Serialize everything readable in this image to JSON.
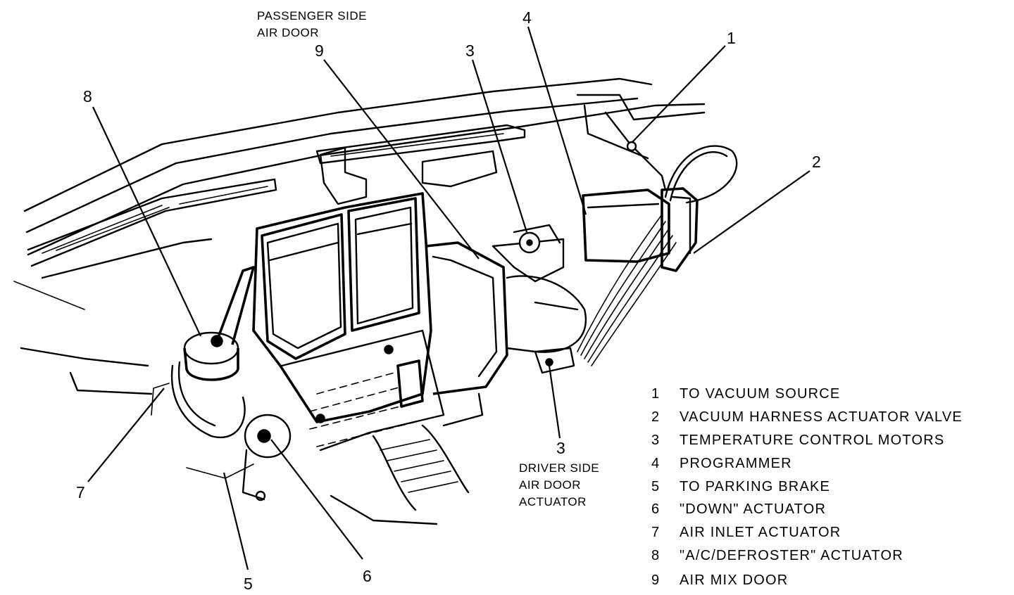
{
  "captions": {
    "passenger_line1": "PASSENGER SIDE",
    "passenger_line2": "AIR DOOR",
    "driver_line1": "DRIVER SIDE",
    "driver_line2": "AIR DOOR",
    "driver_line3": "ACTUATOR"
  },
  "callouts": {
    "c1": "1",
    "c2": "2",
    "c3_top": "3",
    "c3_bottom": "3",
    "c4": "4",
    "c5": "5",
    "c6": "6",
    "c7": "7",
    "c8": "8",
    "c9": "9"
  },
  "legend": [
    {
      "num": "1",
      "text": "TO VACUUM SOURCE"
    },
    {
      "num": "2",
      "text": "VACUUM HARNESS ACTUATOR VALVE"
    },
    {
      "num": "3",
      "text": "TEMPERATURE CONTROL MOTORS"
    },
    {
      "num": "4",
      "text": "PROGRAMMER"
    },
    {
      "num": "5",
      "text": "TO PARKING BRAKE"
    },
    {
      "num": "6",
      "text": "\"DOWN\" ACTUATOR"
    },
    {
      "num": "7",
      "text": "AIR INLET ACTUATOR"
    },
    {
      "num": "8",
      "text": "\"A/C/DEFROSTER\" ACTUATOR"
    },
    {
      "num": "9",
      "text": "AIR MIX DOOR"
    }
  ]
}
